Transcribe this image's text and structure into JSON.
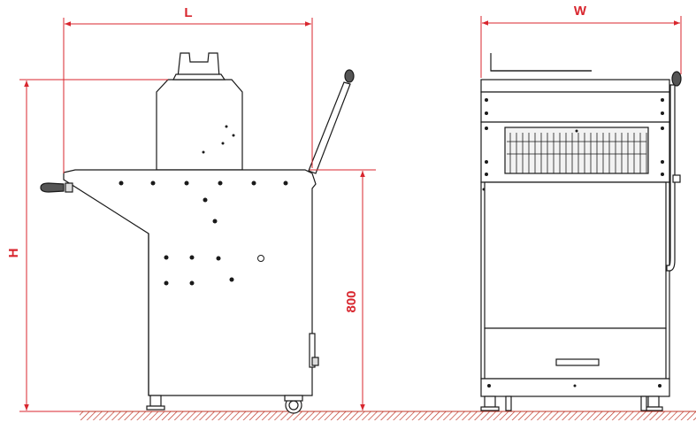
{
  "dimensions": {
    "length_label": "L",
    "width_label": "W",
    "height_label": "H",
    "table_height_label": "800"
  },
  "colors": {
    "dimension": "#d8262e",
    "outline": "#1a1a1a",
    "floor_hatch": "#c0392b",
    "background": "#ffffff"
  },
  "views": [
    "side-view",
    "front-view"
  ]
}
